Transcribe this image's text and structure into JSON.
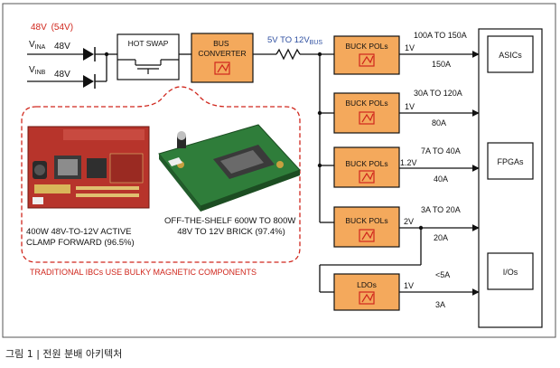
{
  "inputs": {
    "headline_red": "48V",
    "headline_rest": "(54V)",
    "vina_label": "V",
    "vina_sub": "INA",
    "vina_value": "48V",
    "vinb_label": "V",
    "vinb_sub": "INB",
    "vinb_value": "48V"
  },
  "blocks": {
    "hot_swap": "HOT SWAP",
    "bus_converter_line1": "BUS",
    "bus_converter_line2": "CONVERTER",
    "bus_voltage": "5V TO 12V",
    "bus_voltage_sub": "BUS",
    "buck1": "BUCK POLs",
    "buck2": "BUCK POLs",
    "buck3": "BUCK POLs",
    "buck4": "BUCK POLs",
    "ldo": "LDOs"
  },
  "rails": [
    {
      "voltage": "1V",
      "range": "100A TO 150A",
      "current": "150A"
    },
    {
      "voltage": "1V",
      "range": "30A TO 120A",
      "current": "80A"
    },
    {
      "voltage": "1.2V",
      "range": "7A TO 40A",
      "current": "40A"
    },
    {
      "voltage": "2V",
      "range": "3A TO 20A",
      "current": "20A"
    },
    {
      "voltage": "1V",
      "range": "<5A",
      "current": "3A"
    }
  ],
  "loads": {
    "asics": "ASICs",
    "fpgas": "FPGAs",
    "ios": "I/Os"
  },
  "boards": {
    "left_caption_line1": "400W 48V-TO-12V ACTIVE",
    "left_caption_line2": "CLAMP FORWARD (96.5%)",
    "right_caption_line1": "OFF-THE-SHELF 600W TO 800W",
    "right_caption_line2": "48V TO 12V BRICK (97.4%)",
    "traditional_note": "TRADITIONAL IBCs USE BULKY MAGNETIC COMPONENTS"
  },
  "caption": "그림 1 | 전원 분배 아키텍처",
  "colors": {
    "block_fill": "#f4a95c",
    "accent_red": "#d0271d",
    "bus_blue": "#2e4fa0"
  }
}
